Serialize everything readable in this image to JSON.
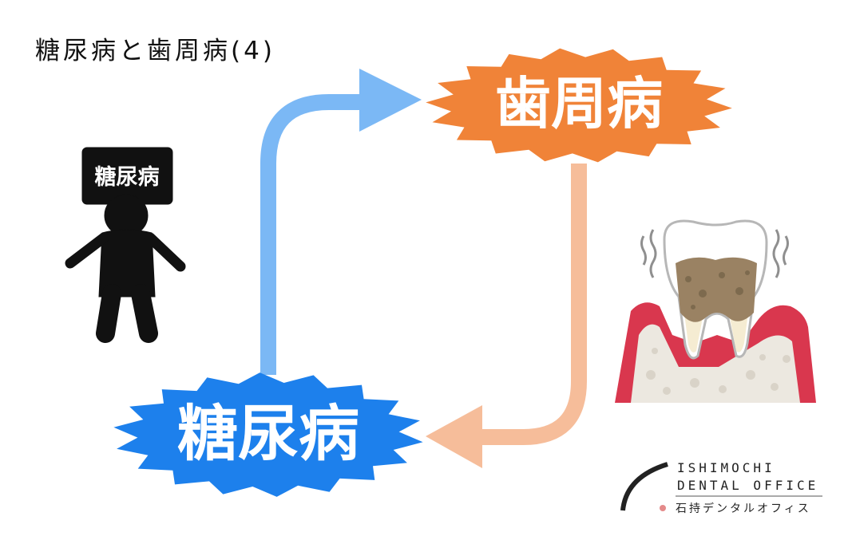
{
  "title": "糖尿病と歯周病(4)",
  "nodes": {
    "periodontal": {
      "label": "歯周病",
      "color": "#f08338"
    },
    "diabetes": {
      "label": "糖尿病",
      "color": "#1d80ec"
    }
  },
  "figure": {
    "sign_label": "糖尿病",
    "color": "#111111"
  },
  "arrows": {
    "diabetes_to_periodontal": {
      "color": "#7bb8f5"
    },
    "periodontal_to_diabetes": {
      "color": "#f6bd9a"
    }
  },
  "tooth": {
    "icon": "periodontitis-tooth-icon"
  },
  "logo": {
    "line1": "ISHIMOCHI",
    "line2": "DENTAL OFFICE",
    "line3": "石持デンタルオフィス",
    "dot_color": "#e48a8a"
  }
}
